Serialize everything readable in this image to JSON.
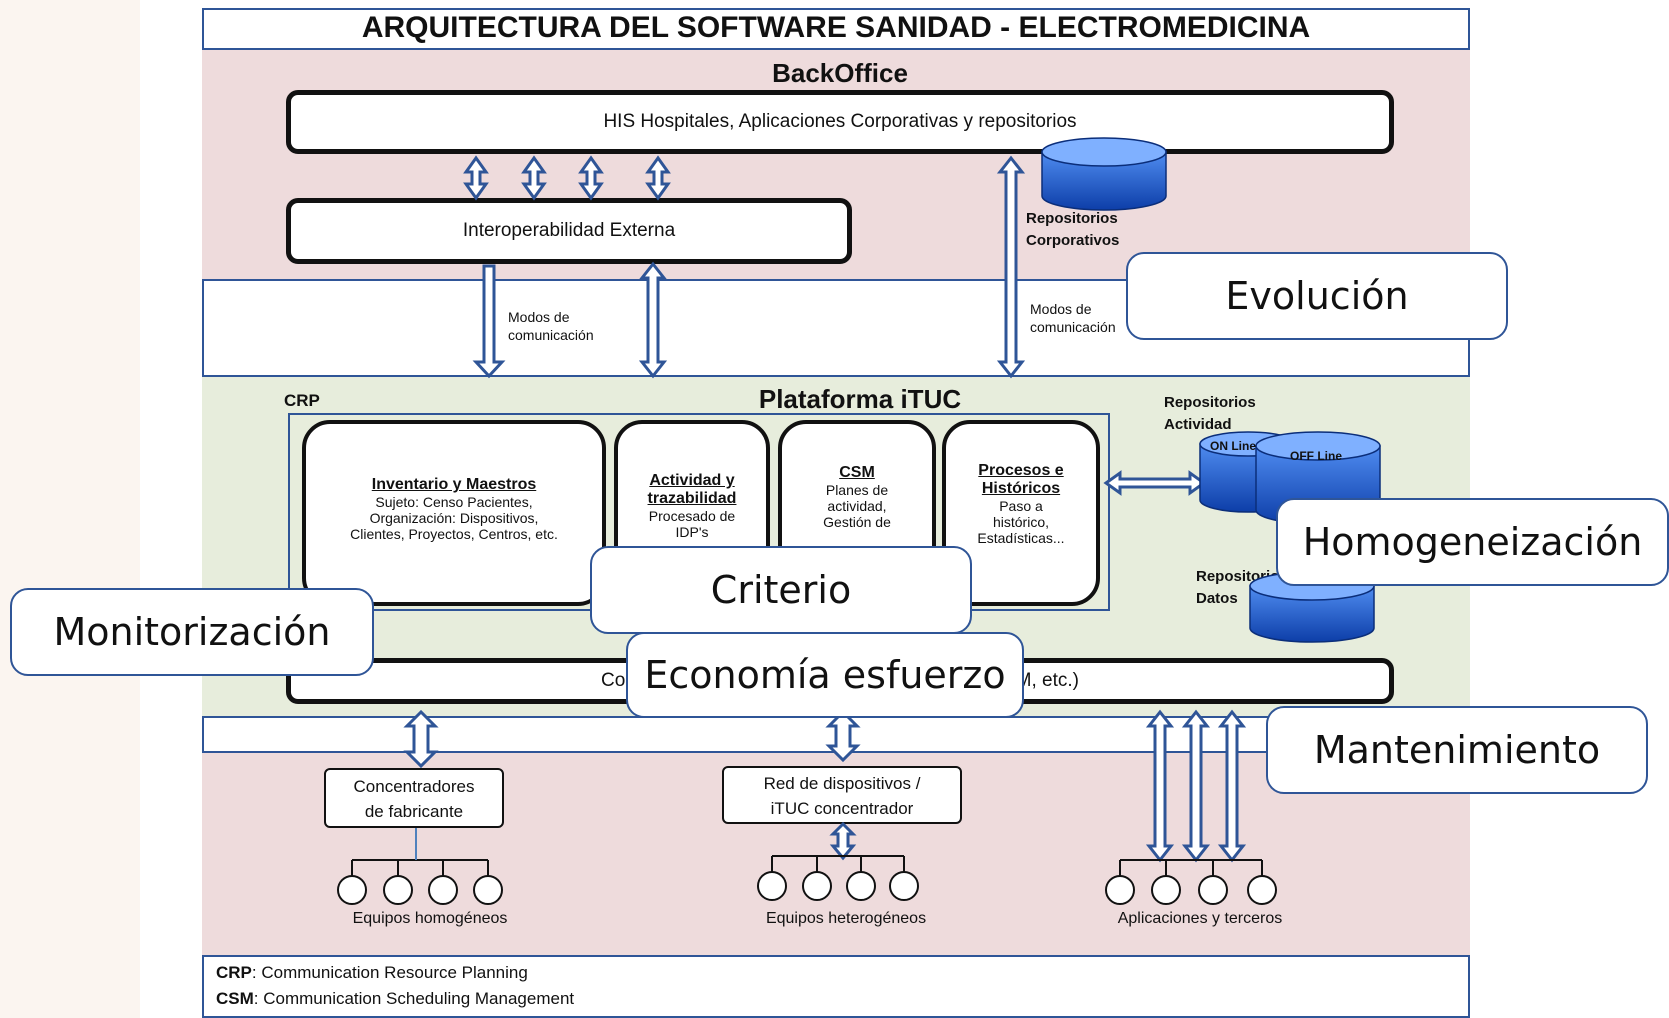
{
  "title": "ARQUITECTURA DEL SOFTWARE SANIDAD - ELECTROMEDICINA",
  "backoffice": {
    "title": "BackOffice",
    "his_box": "HIS Hospitales, Aplicaciones Corporativas y repositorios",
    "interop_box": "Interoperabilidad Externa",
    "repo_label_1": "Repositorios",
    "repo_label_2": "Corporativos"
  },
  "comm": {
    "left_label_1": "Modos de",
    "left_label_2": "comunicación",
    "right_label_1": "Modos de",
    "right_label_2": "comunicación"
  },
  "platform": {
    "crp_label": "CRP",
    "title": "Plataforma iTUC",
    "modules": [
      {
        "heading": "Inventario y Maestros",
        "lines": [
          "Sujeto: Censo Pacientes,",
          "Organización: Dispositivos,",
          "Clientes, Proyectos, Centros, etc."
        ]
      },
      {
        "heading": "Actividad y trazabilidad",
        "lines": [
          "Procesado de",
          "IDP's"
        ]
      },
      {
        "heading": "CSM",
        "lines": [
          "Planes de",
          "actividad,",
          "Gestión de"
        ]
      },
      {
        "heading": "Procesos e Históricos",
        "lines": [
          "Paso a",
          "histórico,",
          "Estadísticas..."
        ]
      }
    ],
    "repo_activity_1": "Repositorios",
    "repo_activity_2": "Actividad",
    "online_label": "ON Line",
    "offline_label": "OFF Line",
    "repo_data_1": "Repositorios",
    "repo_data_2": "Datos",
    "bottom_bar_left": "Co",
    "bottom_bar_right": "M, etc.)"
  },
  "devices": {
    "concentrators_1": "Concentradores",
    "concentrators_2": "de fabricante",
    "network_1": "Red de dispositivos /",
    "network_2": "iTUC concentrador",
    "caption_homog": "Equipos homogéneos",
    "caption_heterog": "Equipos heterogéneos",
    "caption_apps": "Aplicaciones y terceros"
  },
  "legend": [
    {
      "abbr": "CRP",
      "text": ": Communication Resource  Planning"
    },
    {
      "abbr": "CSM",
      "text": ": Communication Scheduling Management"
    }
  ],
  "callouts": {
    "evolucion": "Evolución",
    "homogeneizacion": "Homogeneización",
    "criterio": "Criterio",
    "monitorizacion": "Monitorización",
    "economia": "Economía esfuerzo",
    "mantenimiento": "Mantenimiento"
  },
  "colors": {
    "frame": "#2f5597",
    "pink_band": "#eedbdc",
    "green_band": "#e7eddc",
    "cylinder": "#1f5fd0"
  }
}
